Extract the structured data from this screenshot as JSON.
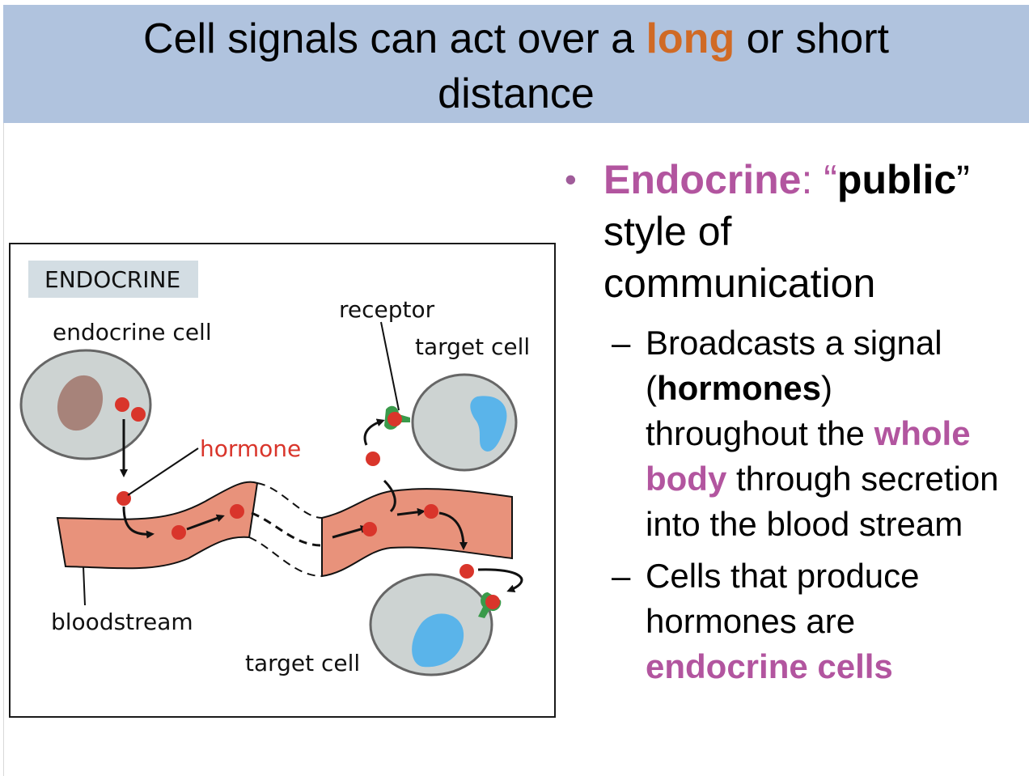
{
  "title": {
    "part1": "Cell signals can act over a ",
    "accent": "long",
    "part2": " or short",
    "line2": "distance"
  },
  "figure": {
    "tag": "ENDOCRINE",
    "labels": {
      "endocrine_cell": "endocrine cell",
      "receptor": "receptor",
      "target_cell_top": "target cell",
      "hormone": "hormone",
      "bloodstream": "bloodstream",
      "target_cell_bottom": "target cell"
    }
  },
  "bullet": {
    "marker": "•",
    "term": "Endocrine",
    "colon": ": “",
    "emph": "public",
    "close": "”",
    "line2": "style of",
    "line3": "communication"
  },
  "sub1": {
    "dash": "–",
    "l1": "Broadcasts a signal",
    "l2_open": "(",
    "l2_bold": "hormones",
    "l2_close": ")",
    "l3_a": "throughout the ",
    "l3_b": "whole",
    "l4_a": "body",
    "l4_b": " through secretion",
    "l5": "into the blood stream"
  },
  "sub2": {
    "dash": "–",
    "l1": "Cells that produce",
    "l2": "hormones are",
    "l3": "endocrine cells"
  },
  "colors": {
    "title_band": "#b0c3de",
    "accent_orange": "#d06a25",
    "accent_pink": "#b2559f",
    "cell_fill": "#cdd3d2",
    "nucleus_brown": "#a7837a",
    "nucleus_blue": "#5ab4ea",
    "blood_vessel": "#e8927b",
    "hormone_red": "#d9352b",
    "receptor_green": "#3a9a4a"
  }
}
